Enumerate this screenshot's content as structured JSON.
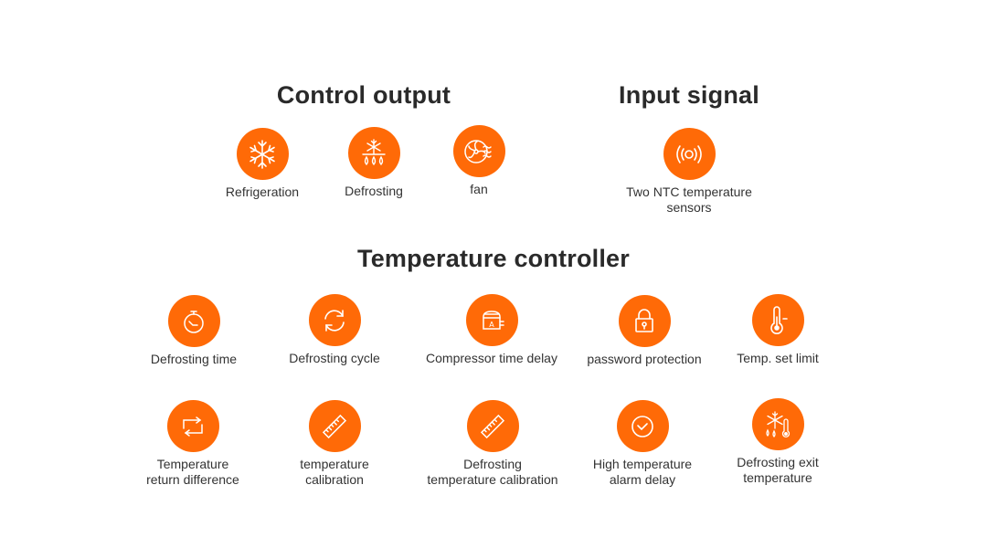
{
  "sections": {
    "control_output": {
      "title": "Control output",
      "items": [
        {
          "label": "Refrigeration",
          "icon": "snowflake-icon"
        },
        {
          "label": "Defrosting",
          "icon": "defrost-icon"
        },
        {
          "label": "fan",
          "icon": "fan-icon"
        }
      ]
    },
    "input_signal": {
      "title": "Input signal",
      "items": [
        {
          "label": "Two NTC temperature sensors",
          "icon": "sensor-signal-icon"
        }
      ]
    },
    "temperature_controller": {
      "title": "Temperature controller",
      "items": [
        {
          "label": "Defrosting time",
          "icon": "stopwatch-icon"
        },
        {
          "label": "Defrosting cycle",
          "icon": "cycle-icon"
        },
        {
          "label": "Compressor time delay",
          "icon": "compressor-icon"
        },
        {
          "label": "password protection",
          "icon": "lock-icon"
        },
        {
          "label": "Temp. set limit",
          "icon": "thermometer-icon"
        },
        {
          "label": "Temperature\nreturn difference",
          "icon": "return-arrows-icon"
        },
        {
          "label": "temperature\ncalibration",
          "icon": "ruler-icon"
        },
        {
          "label": "Defrosting\ntemperature calibration",
          "icon": "ruler-icon"
        },
        {
          "label": "High temperature\nalarm delay",
          "icon": "clock-icon"
        },
        {
          "label": "Defrosting exit\ntemperature",
          "icon": "defrost-thermometer-icon"
        }
      ]
    }
  },
  "colors": {
    "accent": "#ff6a07",
    "heading": "#2a2a2a",
    "text": "#333333"
  }
}
